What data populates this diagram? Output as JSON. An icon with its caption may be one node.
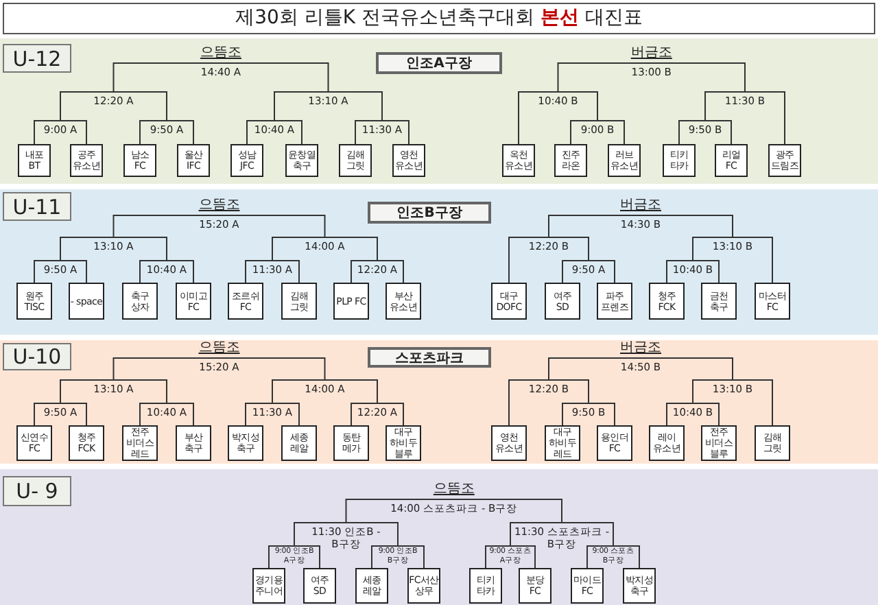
{
  "diagram": {
    "title": "제30회 리틀K 전국유소년축구대회 **본선** 대진표",
    "nodes": [
      {
        "text": [
          "으뜸조",
          "버금조"
        ]
      },
      {
        "text": [
          "U-12"
        ],
        "in": 0
      },
      {
        "text": [
          "인조A구장"
        ],
        "in": 0
      },
      {
        "text": [
          "내포 BT"
        ],
        "in": 0
      },
      {
        "text": [
          "공주 유소년"
        ],
        "in": 0
      },
      {
        "text": [
          "남소 FC"
        ],
        "in": 0
      },
      {
        "text": [
          "울산 IFC"
        ],
        "in": 0
      },
      {
        "text": [
          "성남 JFC"
        ],
        "in": 0
      },
      {
        "text": [
          "윤창열 축구"
        ],
        "in": 0
      },
      {
        "text": [
          "김해 그릿"
        ],
        "in": 0
      },
      {
        "text": [
          "영천 유소년"
        ],
        "in": 0
      },
      {
        "text": [
          "옥천 유소년"
        ],
        "in": 0
      },
      {
        "text": [
          "진주 라온"
        ],
        "in": 0
      },
      {
        "text": [
          "러브 유소년"
        ],
        "in": 0
      },
      {
        "text": [
          "티키 타카"
        ],
        "in": 0
      },
      {
        "text": [
          "리얼 FC"
        ],
        "in": 0
      },
      {
        "text": [
          "광주 드림즈"
        ],
        "in": 0
      },
      {
        "text": [
          "으뜸조",
          "버금조"
        ]
      },
      {
        "text": [
          "U-11"
        ],
        "in": 17
      },
      {
        "text": [
          "인조B구장"
        ],
        "in": 17
      },
      {
        "text": [
          "원주 TISC"
        ],
        "in": 17
      },
      {
        "text": [
          "- space"
        ],
        "in": 17
      },
      {
        "text": [
          "축구 상자"
        ],
        "in": 17
      },
      {
        "text": [
          "이미고 FC"
        ],
        "in": 17
      },
      {
        "text": [
          "조르쉬 FC"
        ],
        "in": 17
      },
      {
        "text": [
          "김해 그릿"
        ],
        "in": 17
      },
      {
        "text": [
          "PLP FC"
        ],
        "in": 17
      },
      {
        "text": [
          "부산 유소년"
        ],
        "in": 17
      },
      {
        "text": [
          "대구 DOFC"
        ],
        "in": 17
      },
      {
        "text": [
          "여주 SD"
        ],
        "in": 17
      },
      {
        "text": [
          "파주 프렌즈"
        ],
        "in": 17
      },
      {
        "text": [
          "청주 FCK"
        ],
        "in": 17
      },
      {
        "text": [
          "금천 축구"
        ],
        "in": 17
      },
      {
        "text": [
          "마스터 FC"
        ],
        "in": 17
      },
      {
        "text": [
          "으뜸조",
          "버금조"
        ]
      },
      {
        "text": [
          "U-10"
        ],
        "in": 34
      },
      {
        "text": [
          "스포츠파크"
        ],
        "in": 34
      },
      {
        "text": [
          "신연수 FC"
        ],
        "in": 34
      },
      {
        "text": [
          "청주 FCK"
        ],
        "in": 34
      },
      {
        "text": [
          "전주 비더스 레드"
        ],
        "in": 34
      },
      {
        "text": [
          "부산 축구"
        ],
        "in": 34
      },
      {
        "text": [
          "박지성 축구"
        ],
        "in": 34
      },
      {
        "text": [
          "세종 레알"
        ],
        "in": 34
      },
      {
        "text": [
          "동탄 메가"
        ],
        "in": 34
      },
      {
        "text": [
          "대구 하비두 블루"
        ],
        "in": 34
      },
      {
        "text": [
          "영천 유소년"
        ],
        "in": 34
      },
      {
        "text": [
          "대구 하비두 레드"
        ],
        "in": 34
      },
      {
        "text": [
          "용인더 FC"
        ],
        "in": 34
      },
      {
        "text": [
          "레이 유소년"
        ],
        "in": 34
      },
      {
        "text": [
          "전주 비더스 블루"
        ],
        "in": 34
      },
      {
        "text": [
          "김해 그릿"
        ],
        "in": 34
      },
      {
        "text": [
          "으뜸조"
        ]
      },
      {
        "text": [
          "U- 9"
        ],
        "in": 51
      },
      {
        "text": [
          "경기용 주니어"
        ],
        "in": 51
      },
      {
        "text": [
          "여주 SD"
        ],
        "in": 51
      },
      {
        "text": [
          "세종 레알"
        ],
        "in": 51
      },
      {
        "text": [
          "FC서산 상무"
        ],
        "in": 51
      },
      {
        "text": [
          "티키 타카"
        ],
        "in": 51
      },
      {
        "text": [
          "분당 FC"
        ],
        "in": 51
      },
      {
        "text": [
          "마이드 FC"
        ],
        "in": 51
      },
      {
        "text": [
          "박지성 축구"
        ],
        "in": 51
      }
    ],
    "labels": [
      "14:40 A",
      "13:00 B",
      "12:20 A",
      "13:10 A",
      "10:40 B",
      "11:30 B",
      "9:00 A",
      "9:50 A",
      "10:40 A",
      "11:30 A",
      "9:00 B",
      "9:50 B",
      "15:20 A",
      "14:30 B",
      "13:10 A",
      "14:00 A",
      "12:20 B",
      "13:10 B",
      "9:50 A",
      "10:40 A",
      "11:30 A",
      "12:20 A",
      "9:50 A",
      "10:40 B",
      "15:20 A",
      "14:50 B",
      "13:10 A",
      "14:00 A",
      "12:20 B",
      "13:10 B",
      "9:50 A",
      "10:40 A",
      "11:30 A",
      "12:20 A",
      "9:50 B",
      "10:40 B",
      "14:00 스포츠파크 - B구장",
      "11:30 인조B - B구장",
      "11:30 스포츠파크 - B구장",
      "9:00 인조B A구장",
      "9:00 인조B B구장",
      "9:00 스포츠 A구장",
      "9:00 스포츠 B구장"
    ]
  }
}
